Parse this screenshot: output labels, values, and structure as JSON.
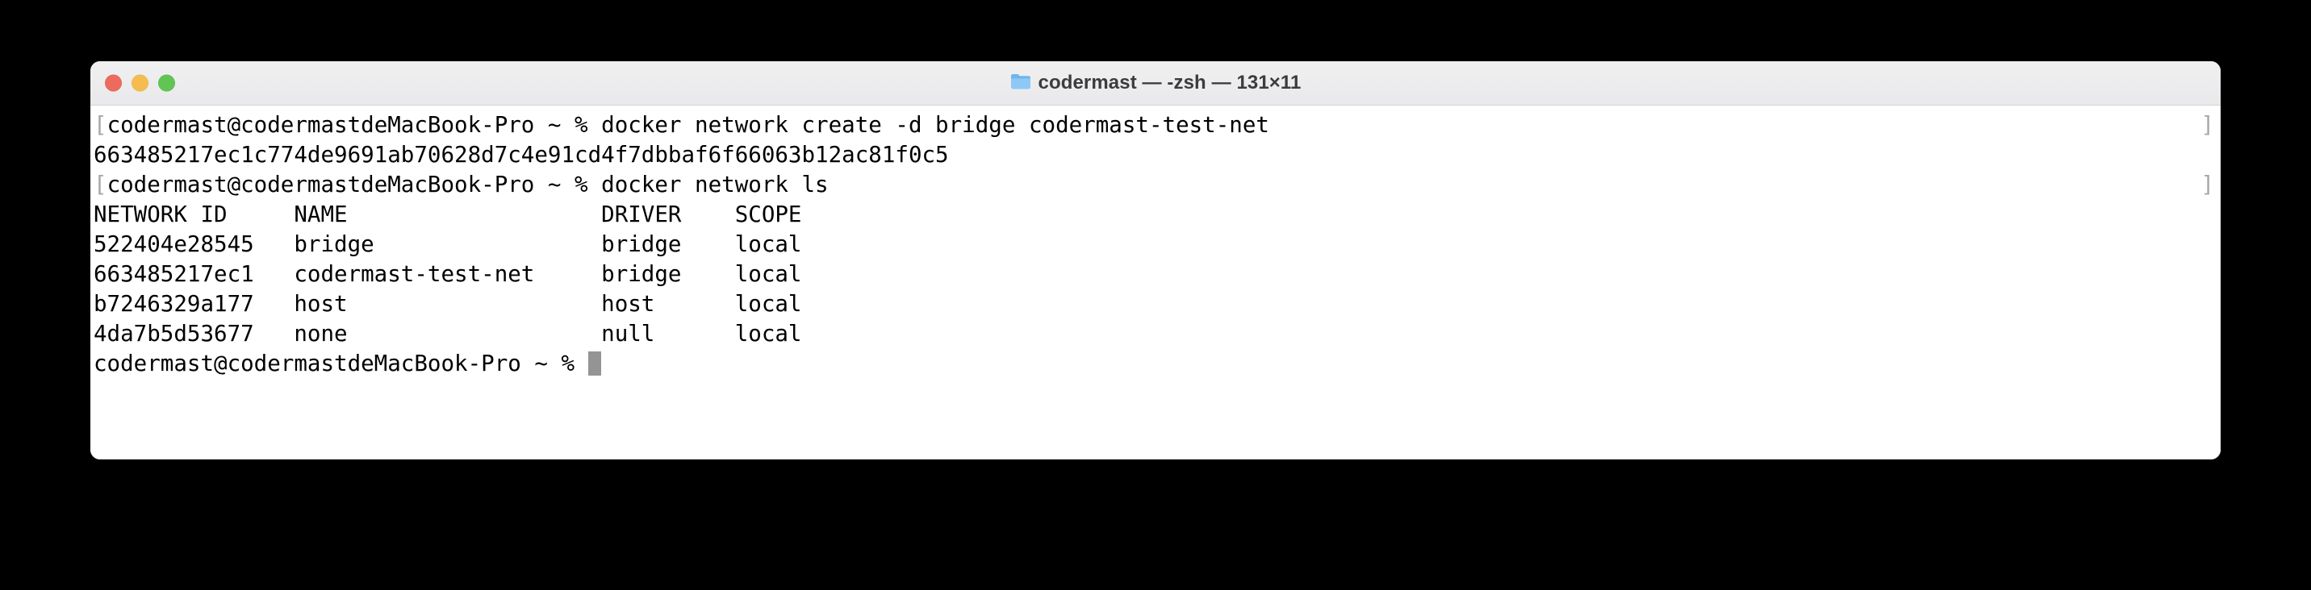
{
  "window": {
    "title": "codermast — -zsh — 131×11",
    "folder_icon": "folder-icon",
    "traffic_lights": [
      {
        "name": "close",
        "color": "#ec6a5e"
      },
      {
        "name": "minimize",
        "color": "#f5bd4f"
      },
      {
        "name": "zoom",
        "color": "#61c554"
      }
    ]
  },
  "terminal": {
    "prompt": "codermast@codermastdeMacBook-Pro ~ % ",
    "marker_left": "[",
    "marker_right": "]",
    "lines": [
      {
        "type": "command",
        "text": "codermast@codermastdeMacBook-Pro ~ % docker network create -d bridge codermast-test-net",
        "marker": true
      },
      {
        "type": "output",
        "text": "663485217ec1c774de9691ab70628d7c4e91cd4f7dbbaf6f66063b12ac81f0c5",
        "marker": false
      },
      {
        "type": "command",
        "text": "codermast@codermastdeMacBook-Pro ~ % docker network ls",
        "marker": true
      },
      {
        "type": "output",
        "text": "NETWORK ID     NAME                   DRIVER    SCOPE",
        "marker": false
      },
      {
        "type": "output",
        "text": "522404e28545   bridge                 bridge    local",
        "marker": false
      },
      {
        "type": "output",
        "text": "663485217ec1   codermast-test-net     bridge    local",
        "marker": false
      },
      {
        "type": "output",
        "text": "b7246329a177   host                   host      local",
        "marker": false
      },
      {
        "type": "output",
        "text": "4da7b5d53677   none                   null      local",
        "marker": false
      },
      {
        "type": "prompt",
        "text": "codermast@codermastdeMacBook-Pro ~ % ",
        "marker": false
      }
    ],
    "commands": [
      "docker network create -d bridge codermast-test-net",
      "docker network ls"
    ],
    "network_created_id": "663485217ec1c774de9691ab70628d7c4e91cd4f7dbbaf6f66063b12ac81f0c5",
    "table": {
      "headers": [
        "NETWORK ID",
        "NAME",
        "DRIVER",
        "SCOPE"
      ],
      "rows": [
        [
          "522404e28545",
          "bridge",
          "bridge",
          "local"
        ],
        [
          "663485217ec1",
          "codermast-test-net",
          "bridge",
          "local"
        ],
        [
          "b7246329a177",
          "host",
          "host",
          "local"
        ],
        [
          "4da7b5d53677",
          "none",
          "null",
          "local"
        ]
      ]
    }
  }
}
